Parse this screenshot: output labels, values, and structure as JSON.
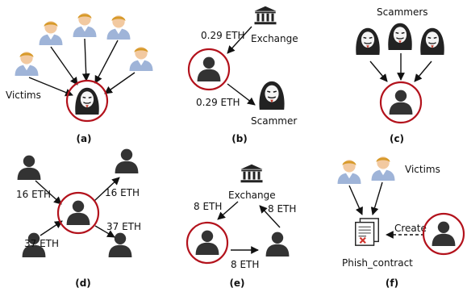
{
  "panels": {
    "a": {
      "caption": "(a)",
      "victims_label": "Victims"
    },
    "b": {
      "caption": "(b)",
      "exchange_label": "Exchange",
      "amount_in": "0.29 ETH",
      "amount_out": "0.29 ETH",
      "scammer_label": "Scammer"
    },
    "c": {
      "caption": "(c)",
      "scammers_label": "Scammers"
    },
    "d": {
      "caption": "(d)",
      "in_top": "16 ETH",
      "out_top": "16 ETH",
      "in_bottom": "37 ETH",
      "out_bottom": "37 ETH"
    },
    "e": {
      "caption": "(e)",
      "exchange_label": "Exchange",
      "left_amount": "8 ETH",
      "right_amount": "8 ETH",
      "bottom_amount": "8 ETH"
    },
    "f": {
      "caption": "(f)",
      "victims_label": "Victims",
      "create_label": "Create",
      "contract_label": "Phish_contract"
    }
  },
  "colors": {
    "highlight_circle": "#b3121c",
    "user_silhouette": "#333333",
    "victim_shirt": "#9fb4d8",
    "victim_hair": "#d79a2a",
    "arrow": "#111111"
  }
}
